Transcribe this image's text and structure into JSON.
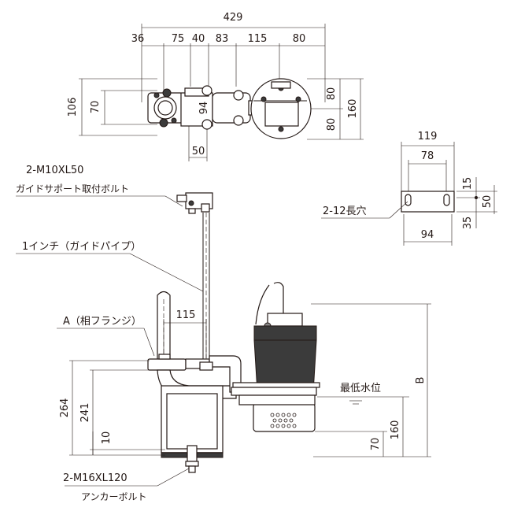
{
  "top_view": {
    "overall": "429",
    "segments": [
      "36",
      "75",
      "40",
      "83",
      "115",
      "80"
    ],
    "left_dims": [
      "106",
      "70"
    ],
    "center_dim": "94",
    "right_dims": [
      "80",
      "80",
      "160"
    ],
    "bottom_dim": "50"
  },
  "bracket_view": {
    "width_outer": "119",
    "width_holes": "78",
    "height_top": "15",
    "height_total": "50",
    "height_bottom": "35",
    "bottom_width": "94",
    "holes_label": "2-12長穴"
  },
  "front_view": {
    "guide_bolt_spec": "2-M10XL50",
    "guide_bolt_name": "ガイドサポート取付ボルト",
    "guide_pipe": "1インチ（ガイドパイプ）",
    "flange_label": "A（相フランジ）",
    "offset_dim": "115",
    "height_dims": [
      "264",
      "241",
      "10"
    ],
    "min_water_level": "最低水位",
    "b_label": "B",
    "right_dims": [
      "160",
      "70"
    ],
    "anchor_bolt_spec": "2-M16XL120",
    "anchor_bolt_name": "アンカーボルト"
  }
}
